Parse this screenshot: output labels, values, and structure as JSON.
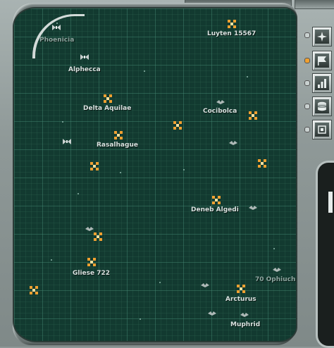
{
  "systems": [
    {
      "id": "phoenicia",
      "label": "Phoenicia",
      "dim": true
    },
    {
      "id": "luyten",
      "label": "Luyten 15567"
    },
    {
      "id": "alphecca",
      "label": "Alphecca"
    },
    {
      "id": "delta",
      "label": "Delta Aquilae"
    },
    {
      "id": "cocibolca",
      "label": "Cocibolca"
    },
    {
      "id": "rasalhague",
      "label": "Rasalhague"
    },
    {
      "id": "deneb",
      "label": "Deneb Algedi"
    },
    {
      "id": "gliese",
      "label": "Gliese 722"
    },
    {
      "id": "ophiuchi",
      "label": "70 Ophiuchi",
      "dim": true
    },
    {
      "id": "arcturus",
      "label": "Arcturus"
    },
    {
      "id": "muphrid",
      "label": "Muphrid"
    }
  ],
  "controls": [
    "compass-icon",
    "flag-icon",
    "bar-chart-icon",
    "database-icon",
    "chip-icon"
  ],
  "colors": {
    "map_bg": "#123a30",
    "planet": "#f0a030",
    "label": "#d9e2e0"
  }
}
